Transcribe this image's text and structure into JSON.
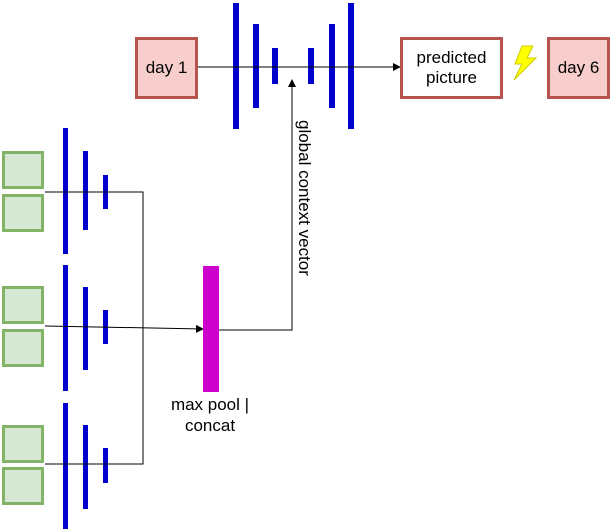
{
  "nodes": {
    "input_day": "day 1",
    "prediction": "predicted picture",
    "target_day": "day 6",
    "pool": "max pool | concat",
    "context": "global context vector"
  },
  "colors": {
    "layer_bar": "#0000cc",
    "pool_bar": "#cc00cc",
    "day_fill": "#f8cecc",
    "day_stroke": "#b85450",
    "tile_fill": "#d5e8d4",
    "tile_stroke": "#82b366",
    "lightning": "#ffff00"
  },
  "icons": {
    "comparison": "lightning-bolt-icon"
  }
}
